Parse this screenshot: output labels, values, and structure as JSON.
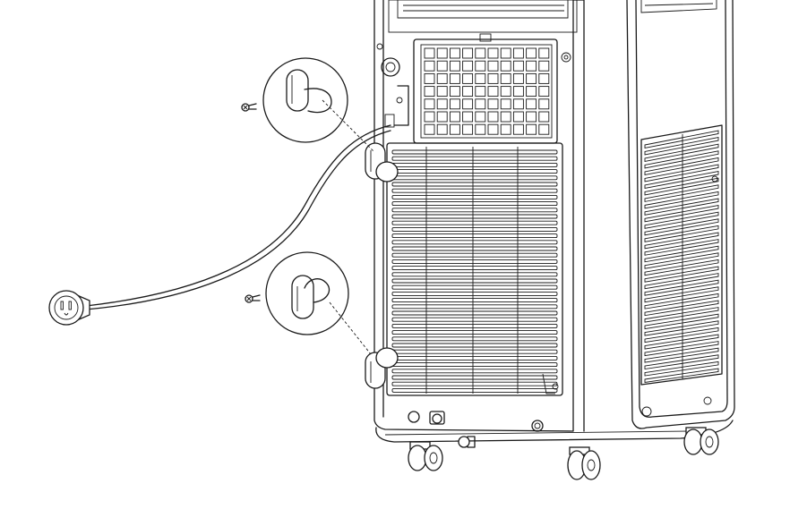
{
  "figure": {
    "labels": []
  },
  "components": [
    "air-conditioner-unit",
    "rear-filter-grille",
    "rear-exhaust-grille",
    "side-grille",
    "power-cord",
    "power-plug",
    "upper-cord-hook",
    "lower-cord-hook",
    "upper-hook-detail-callout",
    "lower-hook-detail-callout",
    "upper-screw",
    "lower-screw",
    "caster-wheels",
    "drain-plug"
  ],
  "colors": {
    "stroke": "#1a1a1a",
    "background": "#ffffff"
  }
}
